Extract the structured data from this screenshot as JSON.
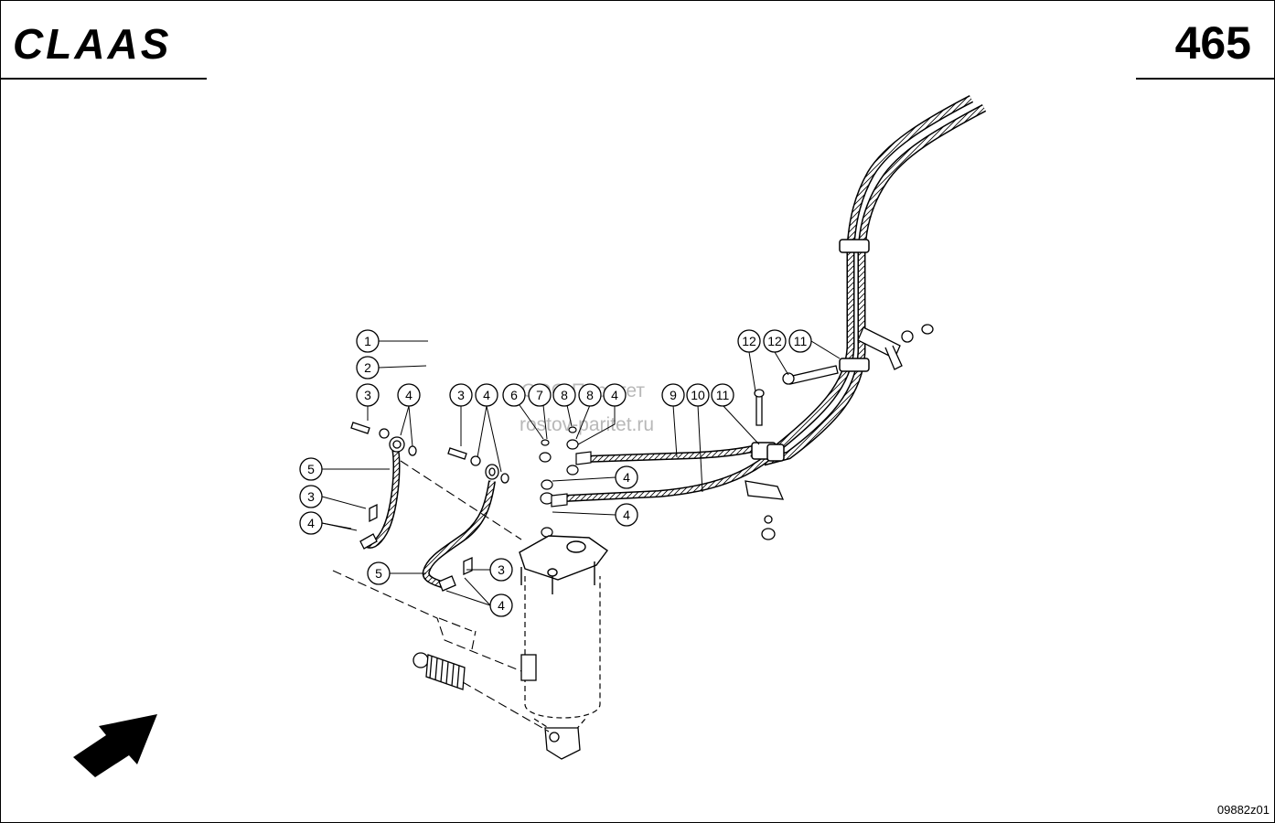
{
  "header": {
    "brand": "CLAAS",
    "page_number": "465"
  },
  "watermark": {
    "line1": "ООО Паритет",
    "line2": "rostov-paritet.ru"
  },
  "figure_code": "09882z01",
  "callouts": [
    {
      "id": "c1",
      "label": "1"
    },
    {
      "id": "c2",
      "label": "2"
    },
    {
      "id": "c3",
      "label": "3"
    },
    {
      "id": "c4",
      "label": "4"
    },
    {
      "id": "c5",
      "label": "3"
    },
    {
      "id": "c6",
      "label": "4"
    },
    {
      "id": "c7",
      "label": "5"
    },
    {
      "id": "c8",
      "label": "3"
    },
    {
      "id": "c9",
      "label": "4"
    },
    {
      "id": "c10",
      "label": "6"
    },
    {
      "id": "c11",
      "label": "7"
    },
    {
      "id": "c12",
      "label": "8"
    },
    {
      "id": "c13",
      "label": "8"
    },
    {
      "id": "c14",
      "label": "4"
    },
    {
      "id": "c15",
      "label": "9"
    },
    {
      "id": "c16",
      "label": "10"
    },
    {
      "id": "c17",
      "label": "11"
    },
    {
      "id": "c18",
      "label": "12"
    },
    {
      "id": "c19",
      "label": "12"
    },
    {
      "id": "c20",
      "label": "11"
    },
    {
      "id": "c21",
      "label": "4"
    },
    {
      "id": "c22",
      "label": "4"
    },
    {
      "id": "c23",
      "label": "5"
    },
    {
      "id": "c24",
      "label": "3"
    },
    {
      "id": "c25",
      "label": "4"
    }
  ],
  "colors": {
    "line": "#000000",
    "background": "#ffffff",
    "watermark": "#b8b8b8"
  }
}
